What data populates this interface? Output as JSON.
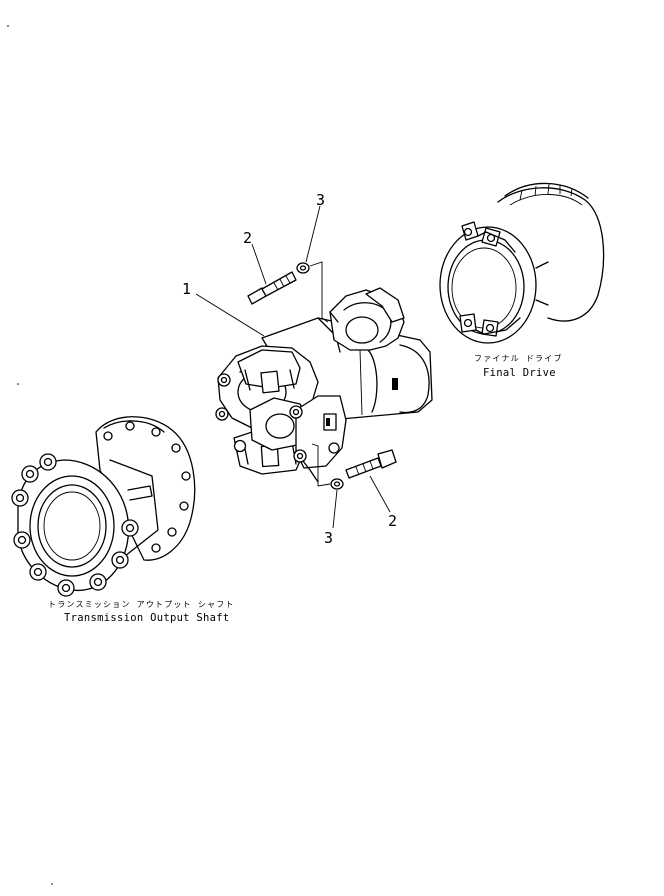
{
  "callouts": {
    "part_1": "1",
    "part_2_upper": "2",
    "part_3_upper": "3",
    "part_2_lower": "2",
    "part_3_lower": "3"
  },
  "labels": {
    "final_drive_jp": "ファイナル ドライブ",
    "final_drive_en": "Final Drive",
    "transmission_jp": "トランスミッション アウトプット シャフト",
    "transmission_en": "Transmission Output Shaft"
  }
}
